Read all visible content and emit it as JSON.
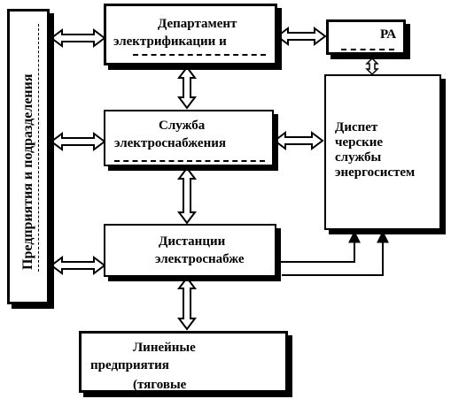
{
  "diagram": {
    "left_column": {
      "label": "Предприятия  и  подразделения"
    },
    "boxes": {
      "department": {
        "line1": "Департамент",
        "line2": "электрификации    и"
      },
      "ra": {
        "line1": "РА"
      },
      "service": {
        "line1": "Служба",
        "line2": "электроснабжения"
      },
      "dispatch": {
        "text": "Диспет\nчерские\nслужбы\nэнергосистем"
      },
      "distance": {
        "line1": "Дистанции",
        "line2": "электроснабже"
      },
      "linear": {
        "line1": "Линейные",
        "line2": "предприятия",
        "line3": "(тяговые"
      }
    }
  }
}
